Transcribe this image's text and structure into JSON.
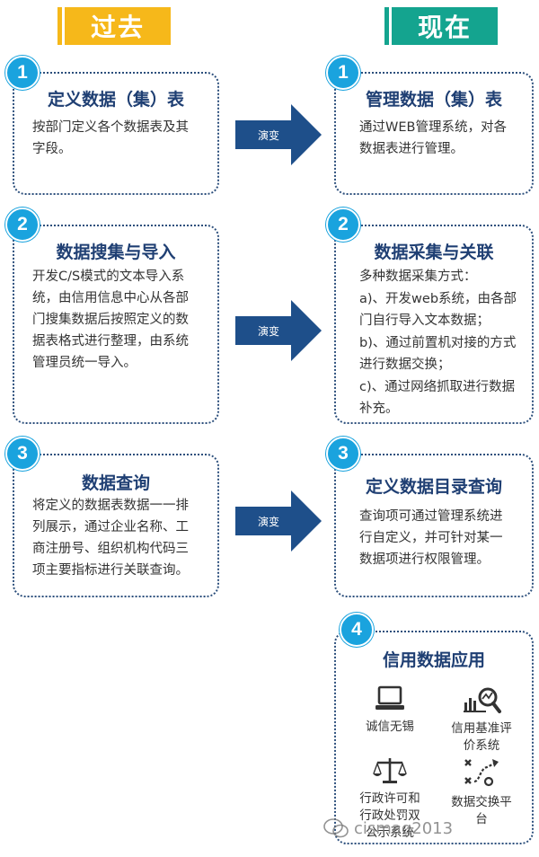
{
  "headers": {
    "past": "过去",
    "now": "现在"
  },
  "arrow_label": "演变",
  "past": [
    {
      "number": "1",
      "title": "定义数据（集）表",
      "lines": [
        "按部门定义各个数据表及其",
        "字段。"
      ]
    },
    {
      "number": "2",
      "title": "数据搜集与导入",
      "lines": [
        "开发C/S模式的文本导入系",
        "统，由信用信息中心从各部",
        "门搜集数据后按照定义的数",
        "据表格式进行整理，由系统",
        "管理员统一导入。"
      ]
    },
    {
      "number": "3",
      "title": "数据查询",
      "lines": [
        "将定义的数据表数据一一排",
        "列展示，通过企业名称、工",
        "商注册号、组织机构代码三",
        "项主要指标进行关联查询。"
      ]
    }
  ],
  "now": [
    {
      "number": "1",
      "title": "管理数据（集）表",
      "lines": [
        "通过WEB管理系统，对各",
        "数据表进行管理。"
      ]
    },
    {
      "number": "2",
      "title": "数据采集与关联",
      "lines": [
        "多种数据采集方式：",
        "a)、开发web系统，由各部",
        "门自行导入文本数据；",
        "b)、通过前置机对接的方式",
        "进行数据交换；",
        "c)、通过网络抓取进行数据",
        "补充。"
      ]
    },
    {
      "number": "3",
      "title": "定义数据目录查询",
      "lines": [
        "查询项可通过管理系统进",
        "行自定义，并可针对某一",
        "数据项进行权限管理。"
      ]
    }
  ],
  "apps": {
    "number": "4",
    "title": "信用数据应用",
    "items": [
      {
        "icon": "laptop-icon",
        "lines": [
          "诚信无锡"
        ]
      },
      {
        "icon": "chart-search-icon",
        "lines": [
          "信用基准评",
          "价系统"
        ]
      },
      {
        "icon": "scales-icon",
        "lines": [
          "行政许可和",
          "行政处罚双",
          "公示系统"
        ]
      },
      {
        "icon": "strategy-icon",
        "lines": [
          "数据交换平",
          "台"
        ]
      }
    ]
  },
  "watermark": "cismag2013"
}
